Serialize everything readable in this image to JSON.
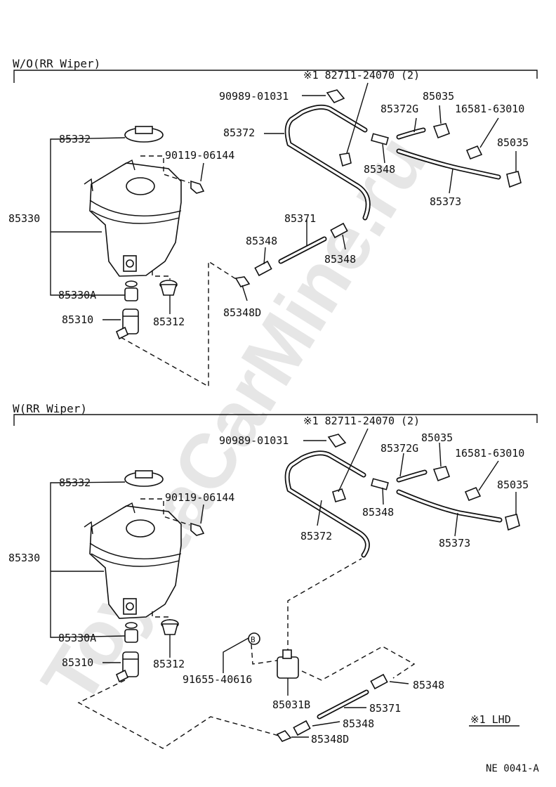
{
  "watermark": "ToyotaCarMine.ru",
  "sections": [
    {
      "title": "W/O(RR Wiper)",
      "labels": {
        "p82711": "※1 82711-24070 (2)",
        "p90989": "90989-01031",
        "p85035a": "85035",
        "p85372g": "85372G",
        "p16581": "16581-63010",
        "p85372": "85372",
        "p85035b": "85035",
        "p85332": "85332",
        "p90119": "90119-06144",
        "p85348a": "85348",
        "p85373": "85373",
        "p85330": "85330",
        "p85371": "85371",
        "p85348b": "85348",
        "p85348c": "85348",
        "p85330a": "85330A",
        "p85348d": "85348D",
        "p85310": "85310",
        "p85312": "85312"
      }
    },
    {
      "title": "W(RR Wiper)",
      "labels": {
        "p82711": "※1 82711-24070 (2)",
        "p90989": "90989-01031",
        "p85035a": "85035",
        "p85372g": "85372G",
        "p16581": "16581-63010",
        "p85332": "85332",
        "p85035b": "85035",
        "p90119": "90119-06144",
        "p85348a": "85348",
        "p85372": "85372",
        "p85373": "85373",
        "p85330": "85330",
        "p85330a": "85330A",
        "p85312": "85312",
        "p85310": "85310",
        "p91655": "91655-40616",
        "p85348b": "85348",
        "p85031b": "85031B",
        "p85371": "85371",
        "p85348c": "85348",
        "p85348d": "85348D"
      },
      "callout_letter": "B"
    }
  ],
  "note": "※1 LHD",
  "footer_code": "NE 0041-A"
}
